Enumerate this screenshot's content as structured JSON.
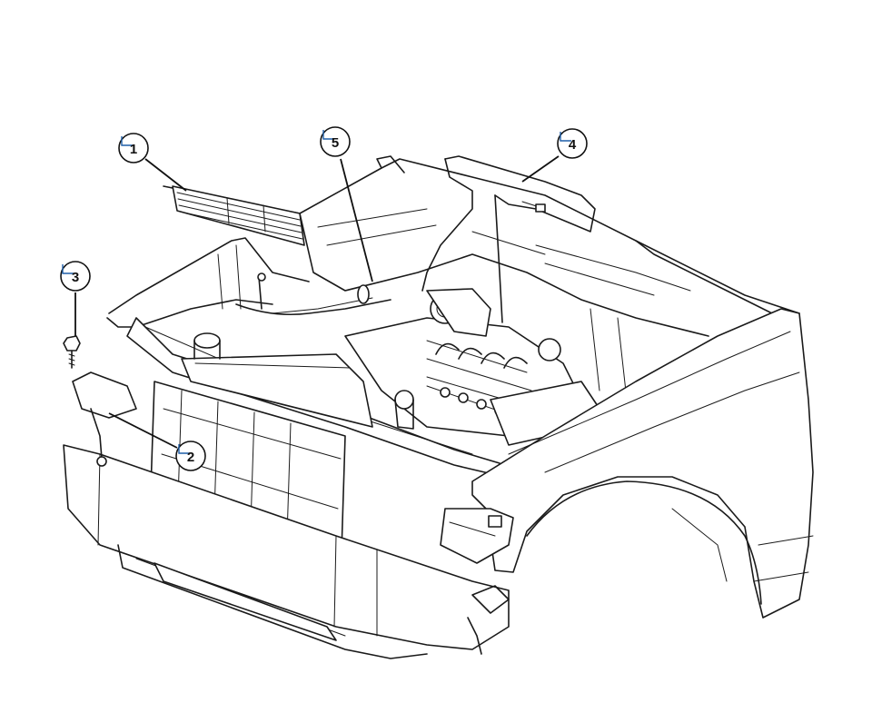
{
  "callouts": [
    {
      "id": "callout-1",
      "label": "1"
    },
    {
      "id": "callout-2",
      "label": "2"
    },
    {
      "id": "callout-3",
      "label": "3"
    },
    {
      "id": "callout-4",
      "label": "4"
    },
    {
      "id": "callout-5",
      "label": "5"
    }
  ]
}
